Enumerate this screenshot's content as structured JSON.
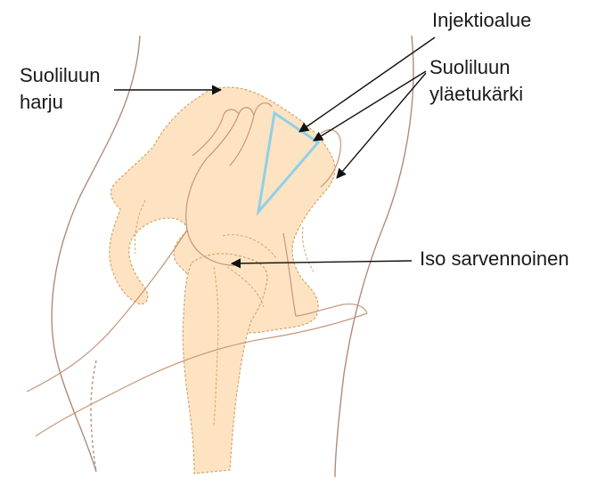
{
  "labels": {
    "iliac_crest": {
      "line1": "Suoliluun",
      "line2": "harju"
    },
    "injection_area": "Injektioalue",
    "asis": {
      "line1": "Suoliluun",
      "line2": "yläetukärki"
    },
    "greater_trochanter": "Iso sarvennoinen"
  },
  "colors": {
    "bone_fill": "#fde3c2",
    "bone_outline": "#d7a56d",
    "skin_line": "#b08c7a",
    "hand_line": "#c7967a",
    "injection_triangle": "#8fd1e6",
    "arrow": "#111111",
    "text": "#1a1a1a"
  }
}
